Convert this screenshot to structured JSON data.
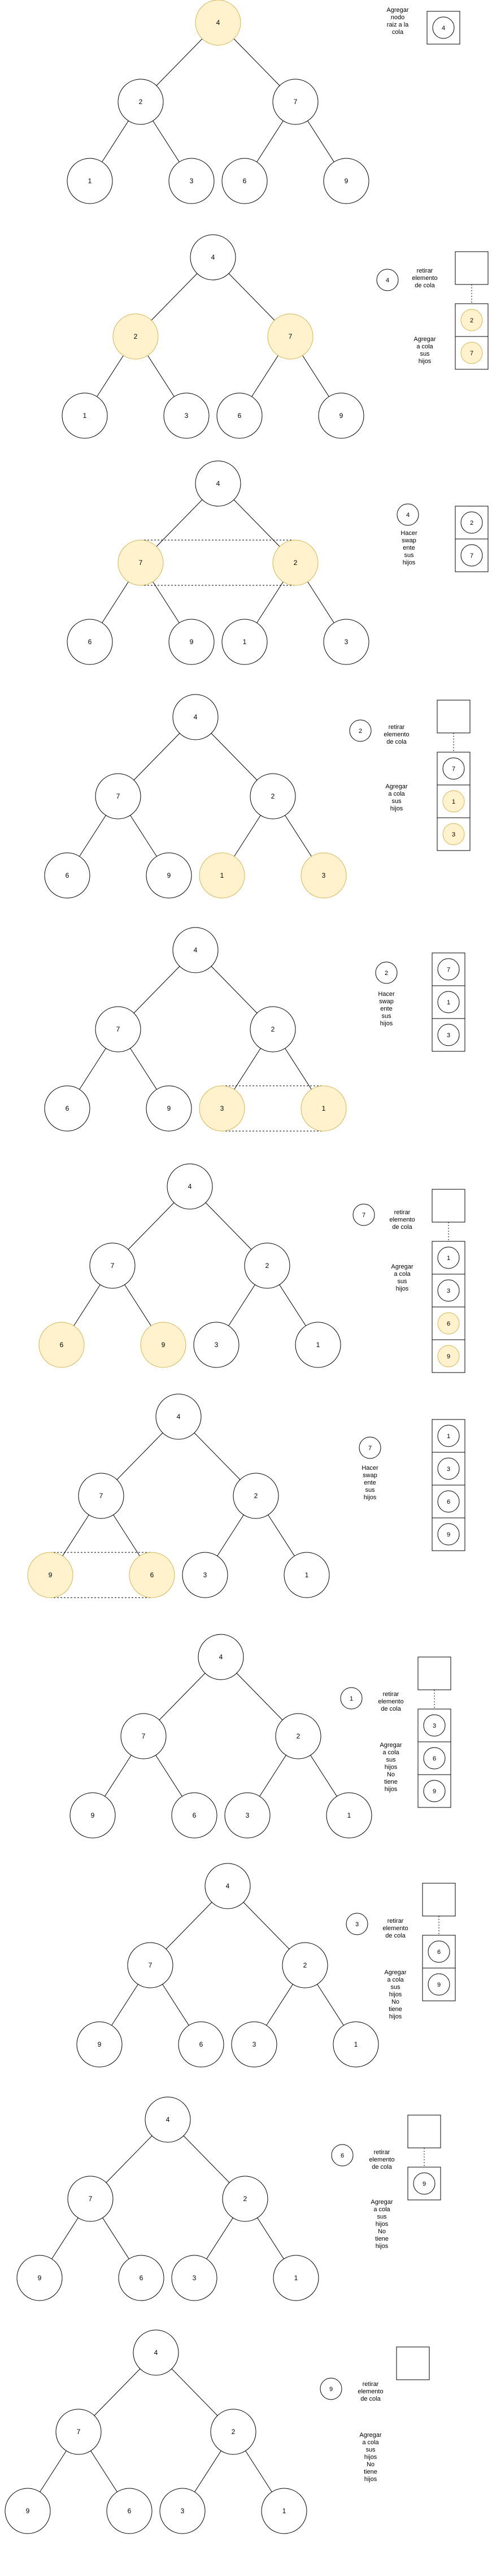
{
  "colors": {
    "highlight": "#fff2cc",
    "highlight_stroke": "#d6b656",
    "stroke": "#000000",
    "background": "#ffffff"
  },
  "steps": [
    {
      "tree": [
        "4",
        "2",
        "7",
        "1",
        "3",
        "6",
        "9"
      ],
      "highlight": [
        0
      ],
      "swap": null,
      "notes": [
        {
          "text": "Agregar\nnodo\nraiz a la\ncola"
        }
      ],
      "queue": {
        "slots": [
          "4"
        ],
        "highlight": [],
        "first_detached": false
      }
    },
    {
      "tree": [
        "4",
        "2",
        "7",
        "1",
        "3",
        "6",
        "9"
      ],
      "highlight": [
        1,
        2
      ],
      "swap": null,
      "token": "4",
      "notes": [
        {
          "text": "retirar\nelemento\nde cola"
        },
        {
          "text": "Agregar\na cola\nsus\nhijos"
        }
      ],
      "queue": {
        "slots": [
          "",
          "2",
          "7"
        ],
        "highlight": [
          1,
          2
        ],
        "first_detached": true
      }
    },
    {
      "tree": [
        "4",
        "7",
        "2",
        "6",
        "9",
        "1",
        "3"
      ],
      "highlight": [
        1,
        2
      ],
      "swap": [
        1,
        2
      ],
      "token": "4",
      "notes": [
        {
          "text": "Hacer\nswap\nente\nsus\nhijos"
        }
      ],
      "queue": {
        "slots": [
          "2",
          "7"
        ],
        "highlight": [],
        "first_detached": false
      }
    },
    {
      "tree": [
        "4",
        "7",
        "2",
        "6",
        "9",
        "1",
        "3"
      ],
      "highlight": [
        5,
        6
      ],
      "swap": null,
      "token": "2",
      "notes": [
        {
          "text": "retirar\nelemento\nde cola"
        },
        {
          "text": "Agregar\na cola\nsus\nhijos"
        }
      ],
      "queue": {
        "slots": [
          "",
          "7",
          "1",
          "3"
        ],
        "highlight": [
          2,
          3
        ],
        "first_detached": true
      }
    },
    {
      "tree": [
        "4",
        "7",
        "2",
        "6",
        "9",
        "3",
        "1"
      ],
      "highlight": [
        5,
        6
      ],
      "swap": [
        5,
        6
      ],
      "token": "2",
      "notes": [
        {
          "text": "Hacer\nswap\nente\nsus\nhijos"
        }
      ],
      "queue": {
        "slots": [
          "7",
          "1",
          "3"
        ],
        "highlight": [],
        "first_detached": false
      }
    },
    {
      "tree": [
        "4",
        "7",
        "2",
        "6",
        "9",
        "3",
        "1"
      ],
      "highlight": [
        3,
        4
      ],
      "swap": null,
      "token": "7",
      "notes": [
        {
          "text": "retirar\nelemento\nde cola"
        },
        {
          "text": "Agregar\na cola\nsus\nhijos"
        }
      ],
      "queue": {
        "slots": [
          "",
          "1",
          "3",
          "6",
          "9"
        ],
        "highlight": [
          3,
          4
        ],
        "first_detached": true
      }
    },
    {
      "tree": [
        "4",
        "7",
        "2",
        "9",
        "6",
        "3",
        "1"
      ],
      "highlight": [
        3,
        4
      ],
      "swap": [
        3,
        4
      ],
      "token": "7",
      "notes": [
        {
          "text": "Hacer\nswap\nente\nsus\nhijos"
        }
      ],
      "queue": {
        "slots": [
          "1",
          "3",
          "6",
          "9"
        ],
        "highlight": [],
        "first_detached": false
      }
    },
    {
      "tree": [
        "4",
        "7",
        "2",
        "9",
        "6",
        "3",
        "1"
      ],
      "highlight": [],
      "swap": null,
      "token": "1",
      "notes": [
        {
          "text": "retirar\nelemento\nde cola"
        },
        {
          "text": "Agregar\na cola\nsus\nhijos\nNo\ntiene\nhijos"
        }
      ],
      "queue": {
        "slots": [
          "",
          "3",
          "6",
          "9"
        ],
        "highlight": [],
        "first_detached": true
      }
    },
    {
      "tree": [
        "4",
        "7",
        "2",
        "9",
        "6",
        "3",
        "1"
      ],
      "highlight": [],
      "swap": null,
      "token": "3",
      "notes": [
        {
          "text": "retirar\nelemento\nde cola"
        },
        {
          "text": "Agregar\na cola\nsus\nhijos\nNo\ntiene\nhijos"
        }
      ],
      "queue": {
        "slots": [
          "",
          "6",
          "9"
        ],
        "highlight": [],
        "first_detached": true
      }
    },
    {
      "tree": [
        "4",
        "7",
        "2",
        "9",
        "6",
        "3",
        "1"
      ],
      "highlight": [],
      "swap": null,
      "token": "6",
      "notes": [
        {
          "text": "retirar\nelemento\nde cola"
        },
        {
          "text": "Agregar\na cola\nsus\nhijos\nNo\ntiene\nhijos"
        }
      ],
      "queue": {
        "slots": [
          "",
          "9"
        ],
        "highlight": [],
        "first_detached": true
      }
    },
    {
      "tree": [
        "4",
        "7",
        "2",
        "9",
        "6",
        "3",
        "1"
      ],
      "highlight": [],
      "swap": null,
      "token": "9",
      "notes": [
        {
          "text": "retirar\nelemento\nde cola"
        },
        {
          "text": "Agregar\na cola\nsus\nhijos\nNo\ntiene\nhijos"
        }
      ],
      "queue": {
        "slots": [
          ""
        ],
        "highlight": [],
        "first_detached": true
      }
    }
  ]
}
